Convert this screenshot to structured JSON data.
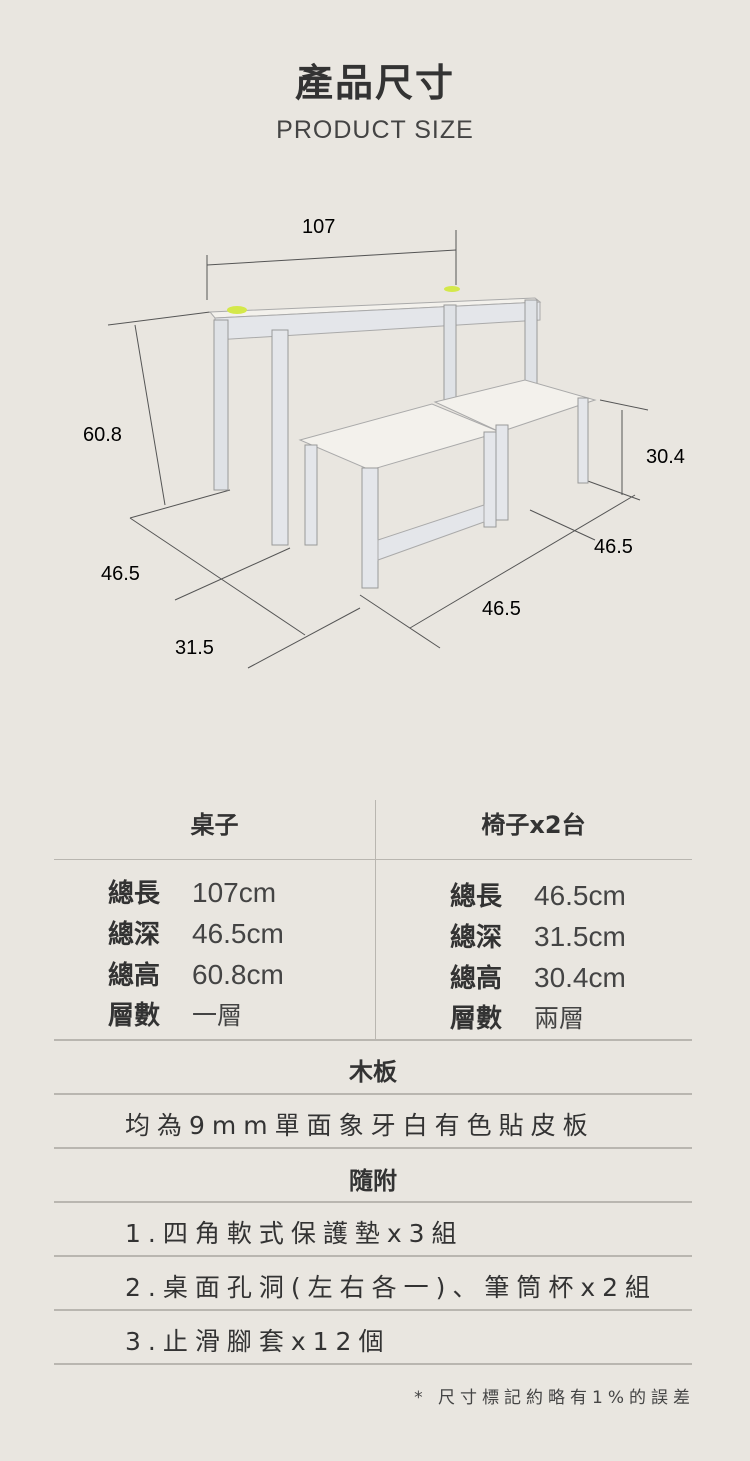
{
  "header": {
    "title": "產品尺寸",
    "subtitle": "PRODUCT SIZE"
  },
  "dimensions": {
    "table_length": "107",
    "table_height": "60.8",
    "table_depth": "46.5",
    "chair_depth": "31.5",
    "chair_length": "46.5",
    "chair_length2": "46.5",
    "chair_height": "30.4"
  },
  "table": {
    "col_desk": {
      "title": "桌子",
      "rows": [
        {
          "k": "總長",
          "v": "107cm"
        },
        {
          "k": "總深",
          "v": "46.5cm"
        },
        {
          "k": "總高",
          "v": "60.8cm"
        },
        {
          "k": "層數",
          "v": "一層"
        }
      ]
    },
    "col_chair": {
      "title": "椅子x2台",
      "rows": [
        {
          "k": "總長",
          "v": "46.5cm"
        },
        {
          "k": "總深",
          "v": "31.5cm"
        },
        {
          "k": "總高",
          "v": "30.4cm"
        },
        {
          "k": "層數",
          "v": "兩層"
        }
      ]
    },
    "board_title": "木板",
    "board_text": "均為9mm單面象牙白有色貼皮板",
    "accessory_title": "隨附",
    "accessories": [
      "1.四角軟式保護墊x3組",
      "2.桌面孔洞(左右各一)、筆筒杯x2組",
      "3.止滑腳套x12個"
    ],
    "note": "* 尺寸標記約略有1%的誤差"
  }
}
